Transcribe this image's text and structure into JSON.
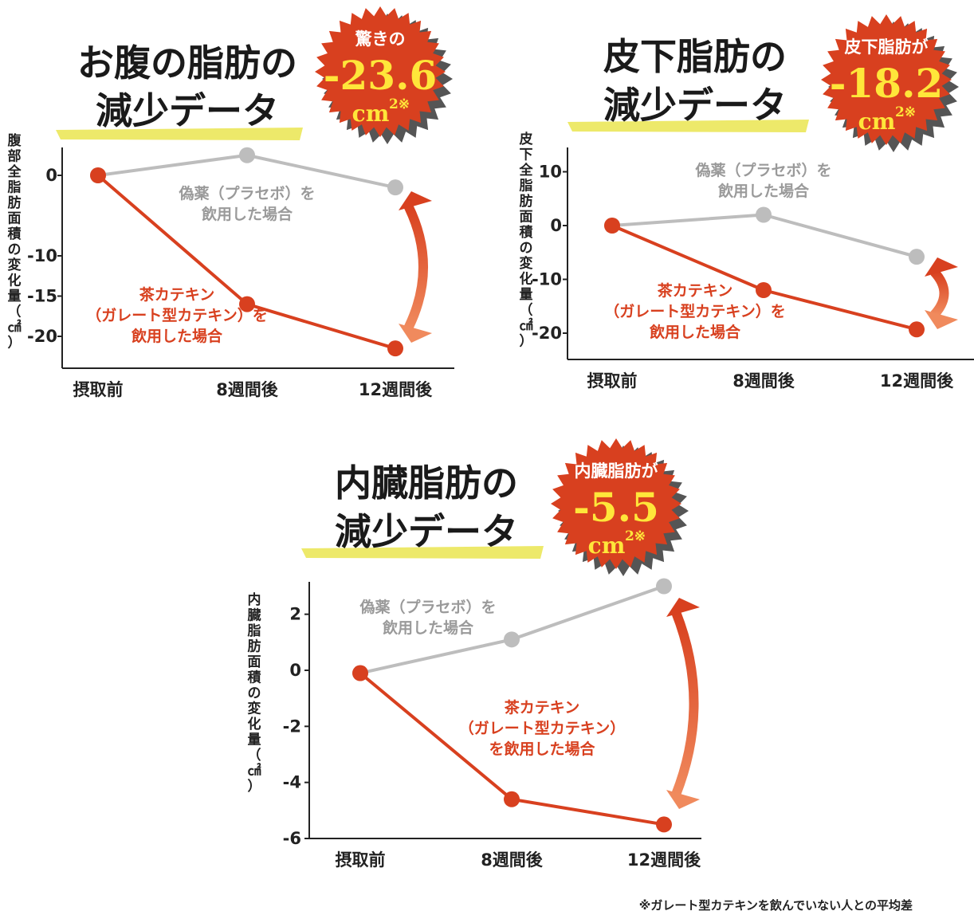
{
  "colors": {
    "series_placebo": "#bdbdbd",
    "series_catechin": "#d8401f",
    "badge": "#d8401f",
    "badge_shadow": "#555555",
    "highlight": "#ede96a",
    "accent_text": "#ffe63a"
  },
  "footnote": "※ガレート型カテキンを飲んでいない人との平均差",
  "chart_data": [
    {
      "type": "line",
      "title_lines": [
        "お腹の脂肪の",
        "減少データ"
      ],
      "badge": {
        "top": "驚きの",
        "value": "-23.6",
        "unit": "cm",
        "sup": "2※"
      },
      "ylabel": "腹部全脂肪面積の変化量（㎠）",
      "categories": [
        "摂取前",
        "8週間後",
        "12週間後"
      ],
      "yticks": [
        0,
        -10,
        -15,
        -20
      ],
      "ytick_labels": [
        "0",
        "-10",
        "-15",
        "-20"
      ],
      "series": [
        {
          "values": [
            0,
            2.5,
            -1.5
          ],
          "label_lines": [
            "偽薬（プラセボ）を",
            "飲用した場合"
          ]
        },
        {
          "values": [
            0,
            -16,
            -21.5
          ],
          "label_lines": [
            "茶カテキン",
            "（ガレート型カテキン）を",
            "飲用した場合"
          ]
        }
      ]
    },
    {
      "type": "line",
      "title_lines": [
        "皮下脂肪の",
        "減少データ"
      ],
      "badge": {
        "top": "皮下脂肪が",
        "value": "-18.2",
        "unit": "cm",
        "sup": "2※"
      },
      "ylabel": "皮下全脂肪面積の変化量（㎠）",
      "categories": [
        "摂取前",
        "8週間後",
        "12週間後"
      ],
      "yticks": [
        10,
        0,
        -10,
        -20
      ],
      "ytick_labels": [
        "10",
        "0",
        "-10",
        "-20"
      ],
      "series": [
        {
          "values": [
            0,
            2,
            -5.8
          ],
          "label_lines": [
            "偽薬（プラセボ）を",
            "飲用した場合"
          ]
        },
        {
          "values": [
            0,
            -12,
            -19.3
          ],
          "label_lines": [
            "茶カテキン",
            "（ガレート型カテキン）を",
            "飲用した場合"
          ]
        }
      ]
    },
    {
      "type": "line",
      "title_lines": [
        "内臓脂肪の",
        "減少データ"
      ],
      "badge": {
        "top": "内臓脂肪が",
        "value": "-5.5",
        "unit": "cm",
        "sup": "2※"
      },
      "ylabel": "内臓脂肪面積の変化量（㎠）",
      "categories": [
        "摂取前",
        "8週間後",
        "12週間後"
      ],
      "yticks": [
        2,
        0,
        -2,
        -4,
        -6
      ],
      "ytick_labels": [
        "2",
        "0",
        "-2",
        "-4",
        "-6"
      ],
      "series": [
        {
          "values": [
            -0.1,
            1.1,
            3
          ],
          "label_lines": [
            "偽薬（プラセボ）を",
            "飲用した場合"
          ]
        },
        {
          "values": [
            -0.1,
            -4.6,
            -5.5
          ],
          "label_lines": [
            "茶カテキン",
            "（ガレート型カテキン）",
            "を飲用した場合"
          ]
        }
      ]
    }
  ]
}
